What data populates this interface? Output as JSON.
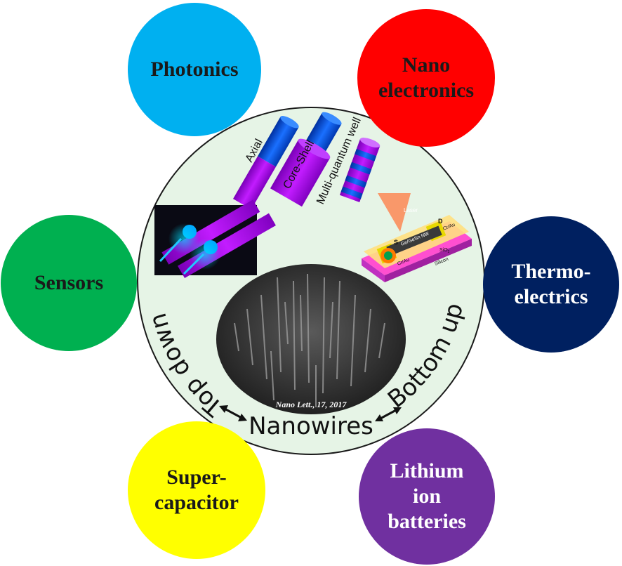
{
  "center": {
    "title": "Nanowires",
    "left_arc": "Top down",
    "right_arc": "Bottom up",
    "citation": "Nano Lett., 17, 2017",
    "structure_labels": {
      "axial": "Axial",
      "core_shell": "Core-Shell",
      "mqw": "Multi-quantum well"
    },
    "device_labels": {
      "laser": "Laser",
      "nw": "Ge/GeSn NW",
      "s": "S",
      "d": "D",
      "contact_left": "Cr/Au",
      "contact_right": "Cr/Au",
      "oxide": "SiO",
      "oxide_sub": "2",
      "substrate": "Silicon"
    }
  },
  "applications": {
    "photonics": [
      "Photonics"
    ],
    "nano_electronics": [
      "Nano",
      "electronics"
    ],
    "sensors": [
      "Sensors"
    ],
    "thermoelectrics": [
      "Thermo-",
      "electrics"
    ],
    "supercapacitor": [
      "Super-",
      "capacitor"
    ],
    "lithium": [
      "Lithium",
      "ion",
      "batteries"
    ]
  },
  "colors": {
    "photonics": "#00b0f0",
    "nano_electronics": "#ff0000",
    "sensors": "#00b050",
    "thermoelectrics": "#002060",
    "supercapacitor": "#ffff00",
    "lithium": "#7030a0",
    "hub_fill": "#e6f4e6",
    "nanowire_purple": "#b000e8",
    "nanowire_blue": "#1060ff"
  }
}
